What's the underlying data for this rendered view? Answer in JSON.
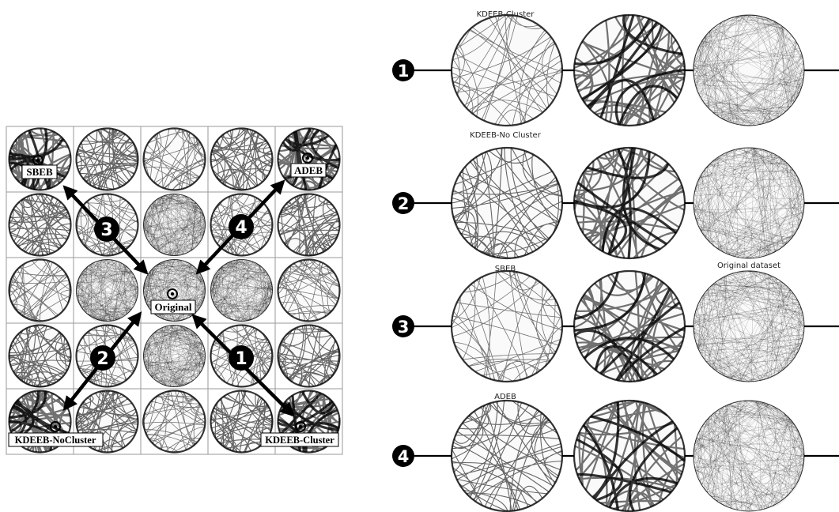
{
  "grid": {
    "cell_labels": {
      "sbeb": "SBEB",
      "adeb": "ADEB",
      "original": "Original",
      "kdeeb_nocluster": "KDEEB-NoCluster",
      "kdeeb_cluster": "KDEEB-Cluster"
    },
    "arrows": [
      {
        "number": "1",
        "to": "KDEEB-Cluster"
      },
      {
        "number": "2",
        "to": "KDEEB-NoCluster"
      },
      {
        "number": "3",
        "to": "SBEB"
      },
      {
        "number": "4",
        "to": "ADEB"
      }
    ]
  },
  "paths": [
    {
      "number": "1",
      "label": "KDEEB-Cluster"
    },
    {
      "number": "2",
      "label": "KDEEB-No Cluster"
    },
    {
      "number": "3",
      "label": "SBEB"
    },
    {
      "number": "4",
      "label": "ADEB"
    }
  ],
  "original_label": "Original dataset",
  "colors": {
    "ink": "#000000",
    "grid_line": "#9a9a9a",
    "disc_fill": "#f2f2f2",
    "background": "#ffffff"
  }
}
